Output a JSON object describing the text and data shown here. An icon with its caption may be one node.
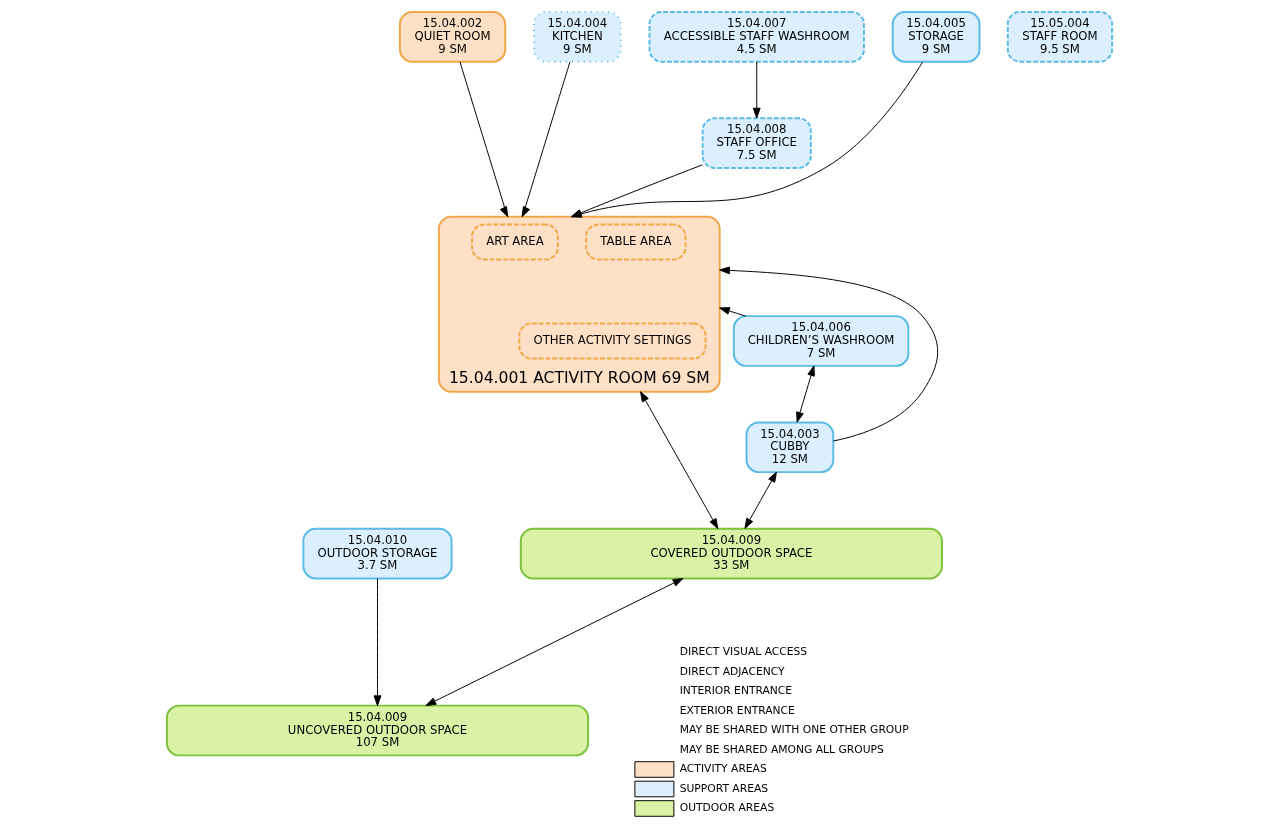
{
  "diagram": {
    "nodes": [
      {
        "text": [
          "15.04.002",
          "QUIET ROOM",
          "9 SM"
        ]
      },
      {
        "text": [
          "15.04.004",
          "KITCHEN",
          "9 SM"
        ]
      },
      {
        "text": [
          "15.04.006",
          "CHILDREN’S WASHROOM",
          "7 SM"
        ]
      },
      {
        "text": [
          "15.04.001",
          "ACTIVITY ROOM",
          "69 SM"
        ]
      },
      {
        "text": [
          "ART AREA"
        ],
        "in": 3
      },
      {
        "text": [
          "TABLE AREA"
        ],
        "in": 3
      },
      {
        "text": [
          "OTHER ACTIVITY SETTINGS"
        ],
        "in": 3
      },
      {
        "text": [
          "15.04.008",
          "STAFF OFFICE",
          "7.5 SM"
        ]
      },
      {
        "text": [
          "15.04.007",
          "ACCESSIBLE STAFF WASHROOM",
          "4.5 SM"
        ]
      },
      {
        "text": [
          "15.04.003",
          "CUBBY",
          "12 SM"
        ]
      },
      {
        "text": [
          "15.05.004",
          "STAFF ROOM",
          "9.5 SM"
        ]
      },
      {
        "text": [
          "15.04.005",
          "STORAGE",
          "9 SM"
        ]
      },
      {
        "text": [
          "15.04.009",
          "COVERED OUTDOOR SPACE",
          "33 SM"
        ]
      },
      {
        "text": [
          "15.04.010",
          "OUTDOOR STORAGE",
          "3.7 SM"
        ]
      },
      {
        "text": [
          "15.04.009",
          "UNCOVERED OUTDOOR SPACE",
          "107 SM"
        ]
      }
    ],
    "edges": [
      {
        "from": 0,
        "to": 3,
        "arrow": "to"
      },
      {
        "from": 1,
        "to": 3,
        "arrow": "to"
      },
      {
        "from": 7,
        "to": 3,
        "arrow": "to"
      },
      {
        "from": 8,
        "to": 7,
        "arrow": "to"
      },
      {
        "from": 2,
        "to": 3,
        "arrow": "to"
      },
      {
        "from": 2,
        "to": 9,
        "arrow": "both"
      },
      {
        "from": 9,
        "to": 3,
        "arrow": "to"
      },
      {
        "from": 11,
        "to": 3,
        "arrow": "to"
      },
      {
        "from": 9,
        "to": 12,
        "arrow": "both"
      },
      {
        "from": 3,
        "to": 12,
        "arrow": "both"
      },
      {
        "from": 12,
        "to": 14,
        "arrow": "both"
      },
      {
        "from": 13,
        "to": 14,
        "arrow": "to"
      }
    ],
    "legend": [
      {
        "text": "DIRECT VISUAL ACCESS"
      },
      {
        "text": "DIRECT ADJACENCY"
      },
      {
        "text": "INTERIOR ENTRANCE"
      },
      {
        "text": "EXTERIOR ENTRANCE"
      },
      {
        "text": "MAY BE SHARED WITH ONE OTHER GROUP"
      },
      {
        "text": "MAY BE SHARED AMONG ALL GROUPS"
      },
      {
        "text": "ACTIVITY AREAS",
        "color": "#fde0c5"
      },
      {
        "text": "SUPPORT AREAS",
        "color": "#dcefff"
      },
      {
        "text": "OUTDOOR AREAS",
        "color": "#d9f2a6"
      }
    ]
  }
}
